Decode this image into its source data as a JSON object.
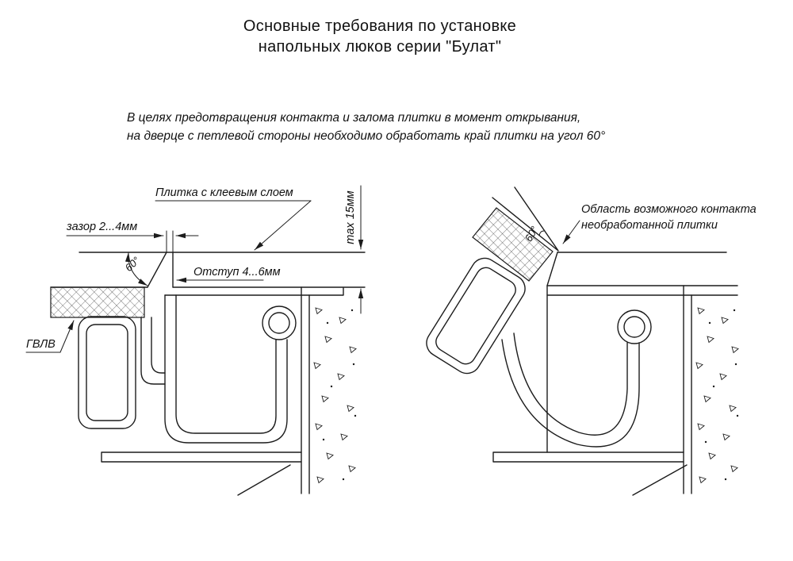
{
  "title": {
    "line1": "Основные требования по установке",
    "line2": "напольных люков серии \"Булат\""
  },
  "note": {
    "line1": "В целях предотвращения контакта и залома плитки в момент открывания,",
    "line2": "на дверце с петлевой стороны необходимо обработать край плитки на угол 60°"
  },
  "left_diagram": {
    "tile_label": "Плитка с клеевым слоем",
    "gap_label": "зазор 2...4мм",
    "angle_label": "60°",
    "offset_label": "Отступ 4...6мм",
    "max_thickness_label": "max 15мм",
    "gvl_label": "ГВЛВ"
  },
  "right_diagram": {
    "angle_label": "60°",
    "contact_label": {
      "line1": "Область возможного контакта",
      "line2": "необработанной плитки"
    }
  },
  "colors": {
    "line": "#1c1c1c",
    "background": "#ffffff"
  }
}
